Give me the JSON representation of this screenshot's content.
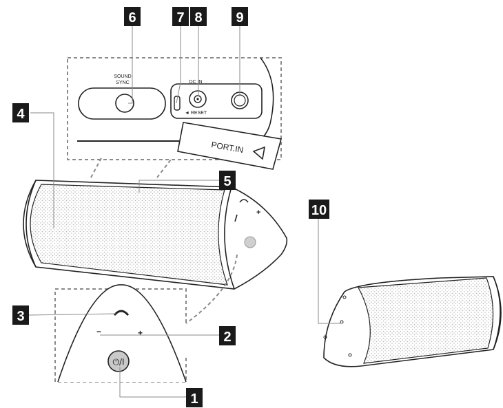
{
  "callouts": [
    "1",
    "2",
    "3",
    "4",
    "5",
    "6",
    "7",
    "8",
    "9",
    "10"
  ],
  "panel_labels": {
    "sound_sync": [
      "SOUND",
      "SYNC"
    ],
    "dc_in": "DC IN",
    "reset": "◄ RESET",
    "port_in": "PORT.IN"
  },
  "control_symbols": {
    "minus": "−",
    "plus": "+",
    "power": "⏻/I"
  }
}
